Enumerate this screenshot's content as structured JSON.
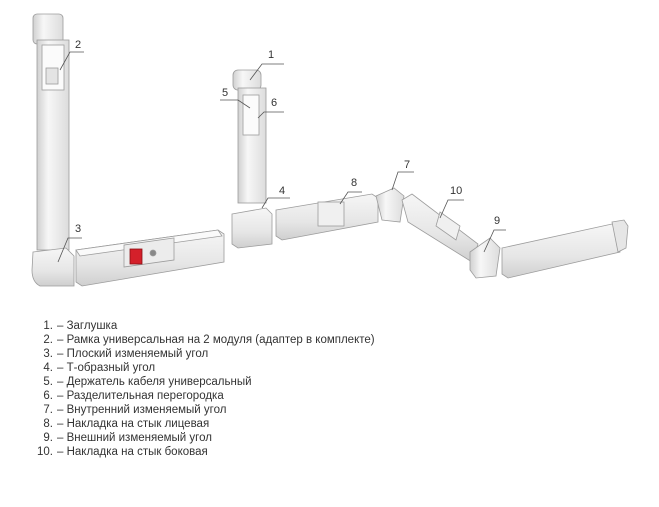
{
  "callouts": [
    "1",
    "2",
    "3",
    "4",
    "5",
    "6",
    "7",
    "8",
    "9",
    "10"
  ],
  "legend": [
    {
      "num": "1.",
      "text": "– Заглушка"
    },
    {
      "num": "2.",
      "text": "– Рамка универсальная на 2 модуля (адаптер в комплекте)"
    },
    {
      "num": "3.",
      "text": "– Плоский изменяемый угол"
    },
    {
      "num": "4.",
      "text": "– Т-образный угол"
    },
    {
      "num": "5.",
      "text": "– Держатель кабеля универсальный"
    },
    {
      "num": "6.",
      "text": "– Разделительная перегородка"
    },
    {
      "num": "7.",
      "text": "– Внутренний изменяемый угол"
    },
    {
      "num": "8.",
      "text": "– Накладка на стык лицевая"
    },
    {
      "num": "9.",
      "text": "– Внешний изменяемый угол"
    },
    {
      "num": "10.",
      "text": "– Накладка на стык боковая"
    }
  ],
  "colors": {
    "part_light": "#f4f4f4",
    "part_mid": "#e2e2e2",
    "part_dark": "#c8c8c8",
    "edge": "#9c9c9c",
    "socket": "#d4202a",
    "leader": "#555555"
  }
}
